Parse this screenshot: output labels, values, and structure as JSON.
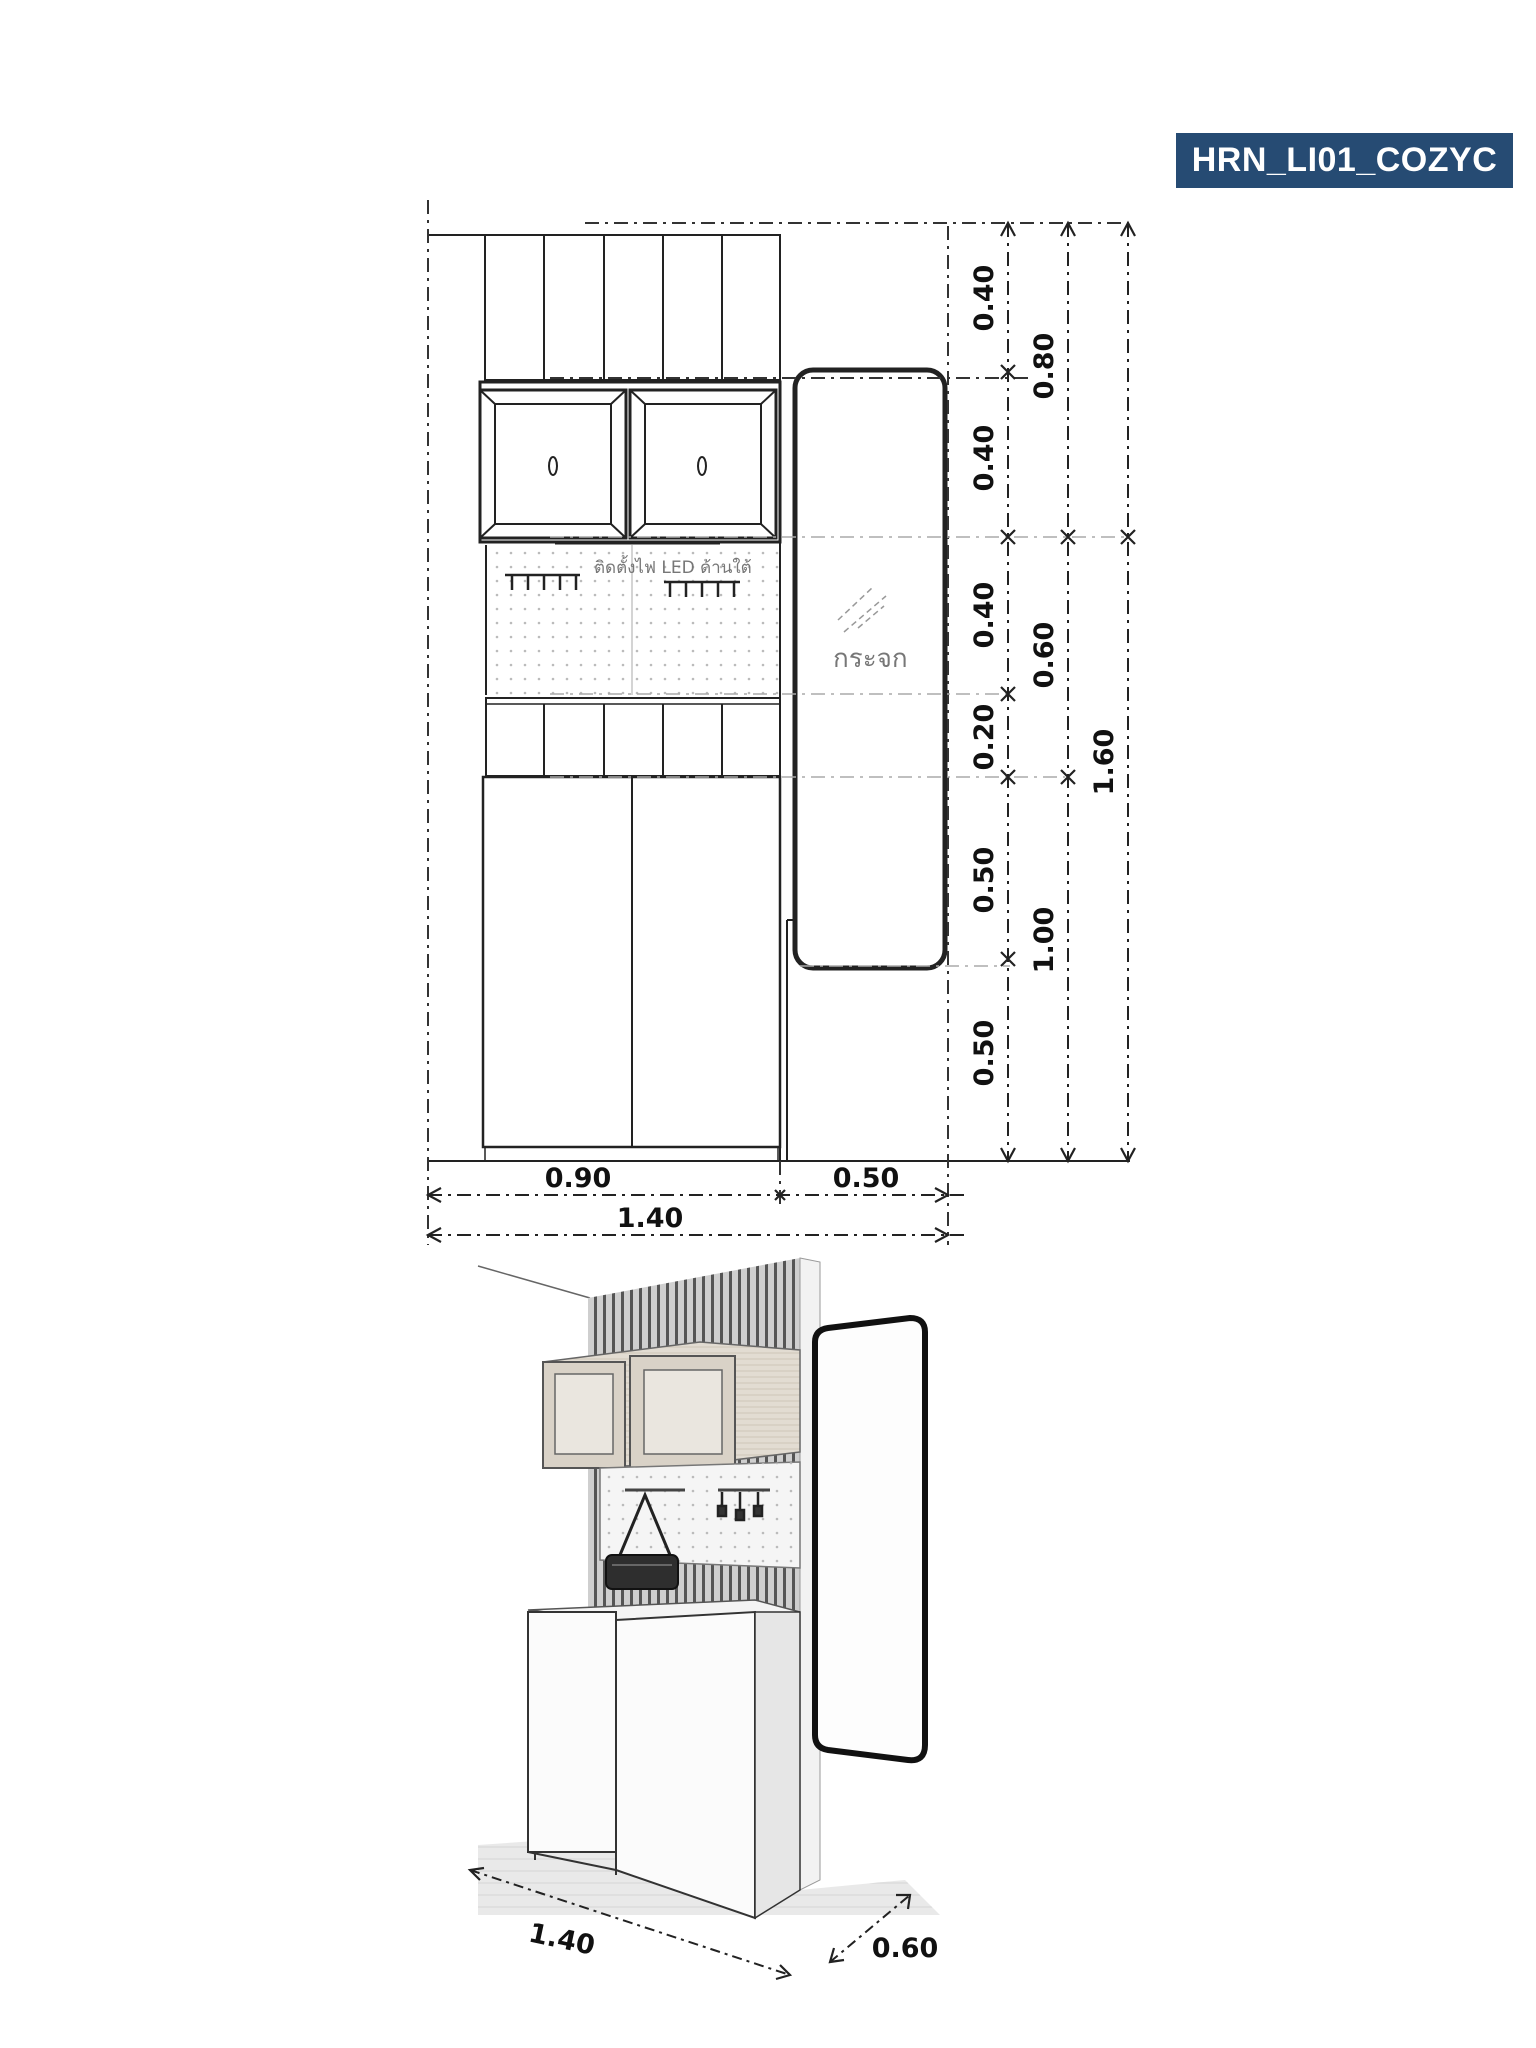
{
  "product_code": "HRN_LI01_COZYC",
  "elevation": {
    "led_note": "ติดตั้งไฟ LED ด้านใต้",
    "mirror_label": "กระจก",
    "vertical_dims_inner": [
      "0.40",
      "0.40",
      "0.40",
      "0.20",
      "0.50",
      "0.50"
    ],
    "vertical_dims_middle": [
      "0.80",
      "0.60",
      "1.00"
    ],
    "vertical_dims_outer": [
      "1.60"
    ],
    "width_cabinet": "0.90",
    "width_mirror": "0.50",
    "width_total": "1.40"
  },
  "perspective": {
    "width_label": "1.40",
    "depth_label": "0.60"
  },
  "colors": {
    "badge_bg": "#264b73",
    "badge_text": "#ffffff",
    "line": "#222222"
  }
}
